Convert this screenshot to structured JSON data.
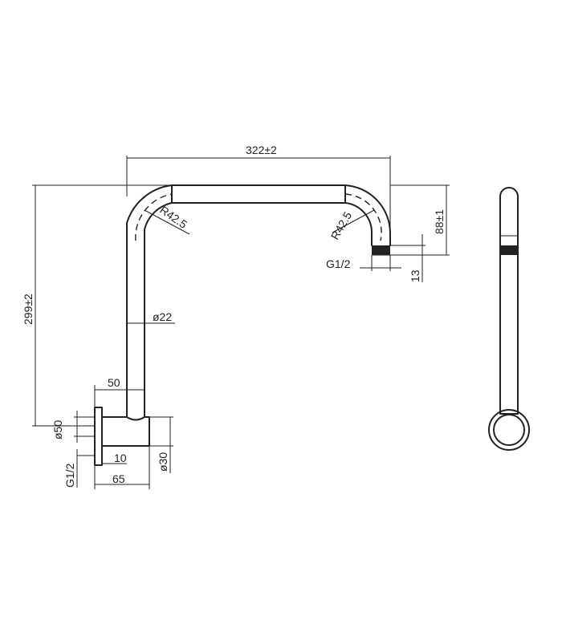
{
  "dimensions": {
    "width_overall": "322±2",
    "height_overall": "299±2",
    "bend_radius_left": "R42.5",
    "bend_radius_right": "R42.5",
    "pipe_diameter": "ø22",
    "drop_height": "88±1",
    "outlet_thread": "G1/2",
    "outlet_length": "13",
    "flange_offset": "50",
    "flange_diameter": "ø50",
    "inlet_thread": "G1/2",
    "flange_thickness": "10",
    "base_diameter": "ø30",
    "base_depth": "65"
  }
}
